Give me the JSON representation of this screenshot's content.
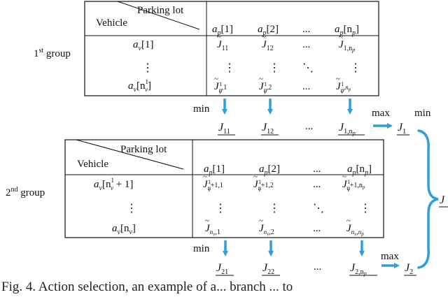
{
  "colors": {
    "arrow": "#2E9FD8",
    "line": "#111111",
    "text": "#111111"
  },
  "table_header": {
    "col_label": "Parking lot",
    "row_label": "Vehicle"
  },
  "columns": {
    "first": "a",
    "first_sub": "p",
    "first_idx": "[1]",
    "second": "a",
    "second_sub": "p",
    "second_idx": "[2]",
    "dots": "...",
    "last": "a",
    "last_sub": "p",
    "last_idx_open": "[n",
    "last_idx_sub": "p",
    "last_idx_close": "]"
  },
  "group1": {
    "label": "1",
    "label_sup": "st",
    "label_word": " group",
    "rows": {
      "first_row_label": "a",
      "first_row_sub": "v",
      "first_row_idx": "[1]",
      "last_row_label": "a",
      "last_row_sub": "v",
      "last_row_idx_open": "[n",
      "last_row_idx_sup": "1",
      "last_row_idx_sub": "v",
      "last_row_idx_close": "]"
    },
    "cells": {
      "r1c1": "11",
      "r1c2": "12",
      "r1cn": "1,n",
      "rnc1": ",1",
      "rnc2": ",2",
      "rncn": ","
    },
    "mins": {
      "c1": "11",
      "c2": "12",
      "cn": "1,n"
    },
    "result_sub": "1"
  },
  "group2": {
    "label": "2",
    "label_sup": "nd",
    "label_word": " group",
    "rows": {
      "first_row_label": "a",
      "first_row_sub": "v",
      "first_row_idx_open": "[n",
      "first_row_idx_sup": "1",
      "first_row_idx_sub": "v",
      "first_row_idx_close": " + 1]",
      "last_row_label": "a",
      "last_row_sub": "v",
      "last_row_idx_open": "[n",
      "last_row_idx_sub": "v",
      "last_row_idx_close": "]"
    },
    "cells": {
      "r1c1": "+1,1",
      "r1c2": "+1,2",
      "r1cn": "+1,n"
    },
    "mins": {
      "c1": "21",
      "c2": "22",
      "cn": "2,n"
    },
    "result_sub": "2"
  },
  "ops": {
    "min": "min",
    "max": "max"
  },
  "symbols": {
    "J": "J",
    "dots": "...",
    "vdots": "⋮",
    "ddots": "⋱"
  },
  "caption": "Fig. 4. Action selection, an example of a... branch ... to"
}
